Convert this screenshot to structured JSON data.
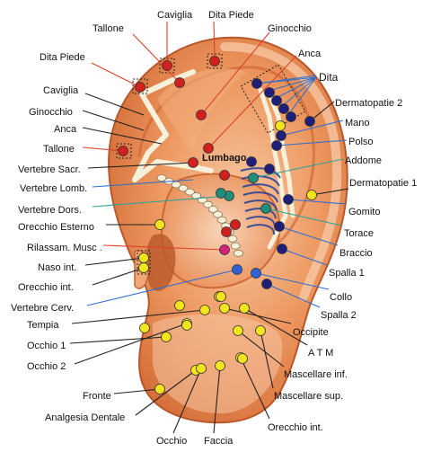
{
  "diagram": {
    "labels_left": [
      {
        "key": "tallone_top",
        "text": "Tallone"
      },
      {
        "key": "dita_piede_left",
        "text": "Dita Piede"
      },
      {
        "key": "caviglia_left",
        "text": "Caviglia"
      },
      {
        "key": "ginocchio_left",
        "text": "Ginocchio"
      },
      {
        "key": "anca_left",
        "text": "Anca"
      },
      {
        "key": "tallone_left",
        "text": "Tallone"
      },
      {
        "key": "vertebre_sacr",
        "text": "Vertebre  Sacr."
      },
      {
        "key": "vertebre_lomb",
        "text": "Vertebre Lomb."
      },
      {
        "key": "vertebre_dors",
        "text": "Vertebre Dors."
      },
      {
        "key": "orecchio_esterno",
        "text": "Orecchio  Esterno"
      },
      {
        "key": "rilassam_musc",
        "text": "Rilassam. Musc ."
      },
      {
        "key": "naso_int",
        "text": "Naso int."
      },
      {
        "key": "orecchio_int_left",
        "text": "Orecchio int."
      },
      {
        "key": "vertebre_cerv",
        "text": "Vertebre Cerv."
      },
      {
        "key": "tempia",
        "text": "Tempia"
      },
      {
        "key": "occhio_1",
        "text": "Occhio 1"
      },
      {
        "key": "occhio_2",
        "text": "Occhio  2"
      },
      {
        "key": "fronte",
        "text": "Fronte"
      },
      {
        "key": "analgesia_dentale",
        "text": "Analgesia Dentale"
      }
    ],
    "labels_top": [
      {
        "key": "caviglia_top",
        "text": "Caviglia"
      },
      {
        "key": "dita_piede_top",
        "text": "Dita Piede"
      },
      {
        "key": "ginocchio_top",
        "text": "Ginocchio"
      },
      {
        "key": "anca_top",
        "text": "Anca"
      },
      {
        "key": "dita",
        "text": "Dita"
      },
      {
        "key": "lumbago",
        "text": "Lumbago"
      }
    ],
    "labels_right": [
      {
        "key": "dermatopatie_2",
        "text": "Dermatopatie 2"
      },
      {
        "key": "mano",
        "text": "Mano"
      },
      {
        "key": "polso",
        "text": "Polso"
      },
      {
        "key": "addome",
        "text": "Addome"
      },
      {
        "key": "dermatopatie_1",
        "text": "Dermatopatie 1"
      },
      {
        "key": "gomito",
        "text": "Gomito"
      },
      {
        "key": "torace",
        "text": "Torace"
      },
      {
        "key": "braccio",
        "text": "Braccio"
      },
      {
        "key": "spalla_1",
        "text": "Spalla 1"
      },
      {
        "key": "collo",
        "text": "Collo"
      },
      {
        "key": "spalla_2",
        "text": "Spalla  2"
      },
      {
        "key": "occipite",
        "text": "Occipite"
      },
      {
        "key": "atm",
        "text": "A T M"
      },
      {
        "key": "mascellare_inf",
        "text": "Mascellare inf."
      },
      {
        "key": "mascellare_sup",
        "text": "Mascellare sup."
      },
      {
        "key": "orecchio_int_bottom",
        "text": "Orecchio  int."
      },
      {
        "key": "occhio",
        "text": "Occhio"
      },
      {
        "key": "faccia",
        "text": "Faccia"
      }
    ],
    "colors": {
      "ear_skin": "#e8854a",
      "ear_light": "#f6c09a",
      "ear_dark": "#b9582a",
      "point_red": "#d41f1f",
      "point_navy": "#1f1f7a",
      "point_yellow": "#f2e51c",
      "point_teal": "#1e8f7a",
      "point_blue": "#2e63d6",
      "point_magenta": "#d3237a",
      "line_red": "#e0402a",
      "line_blue": "#2f6fd0",
      "line_teal": "#2aa39a",
      "line_black": "#222222"
    }
  }
}
